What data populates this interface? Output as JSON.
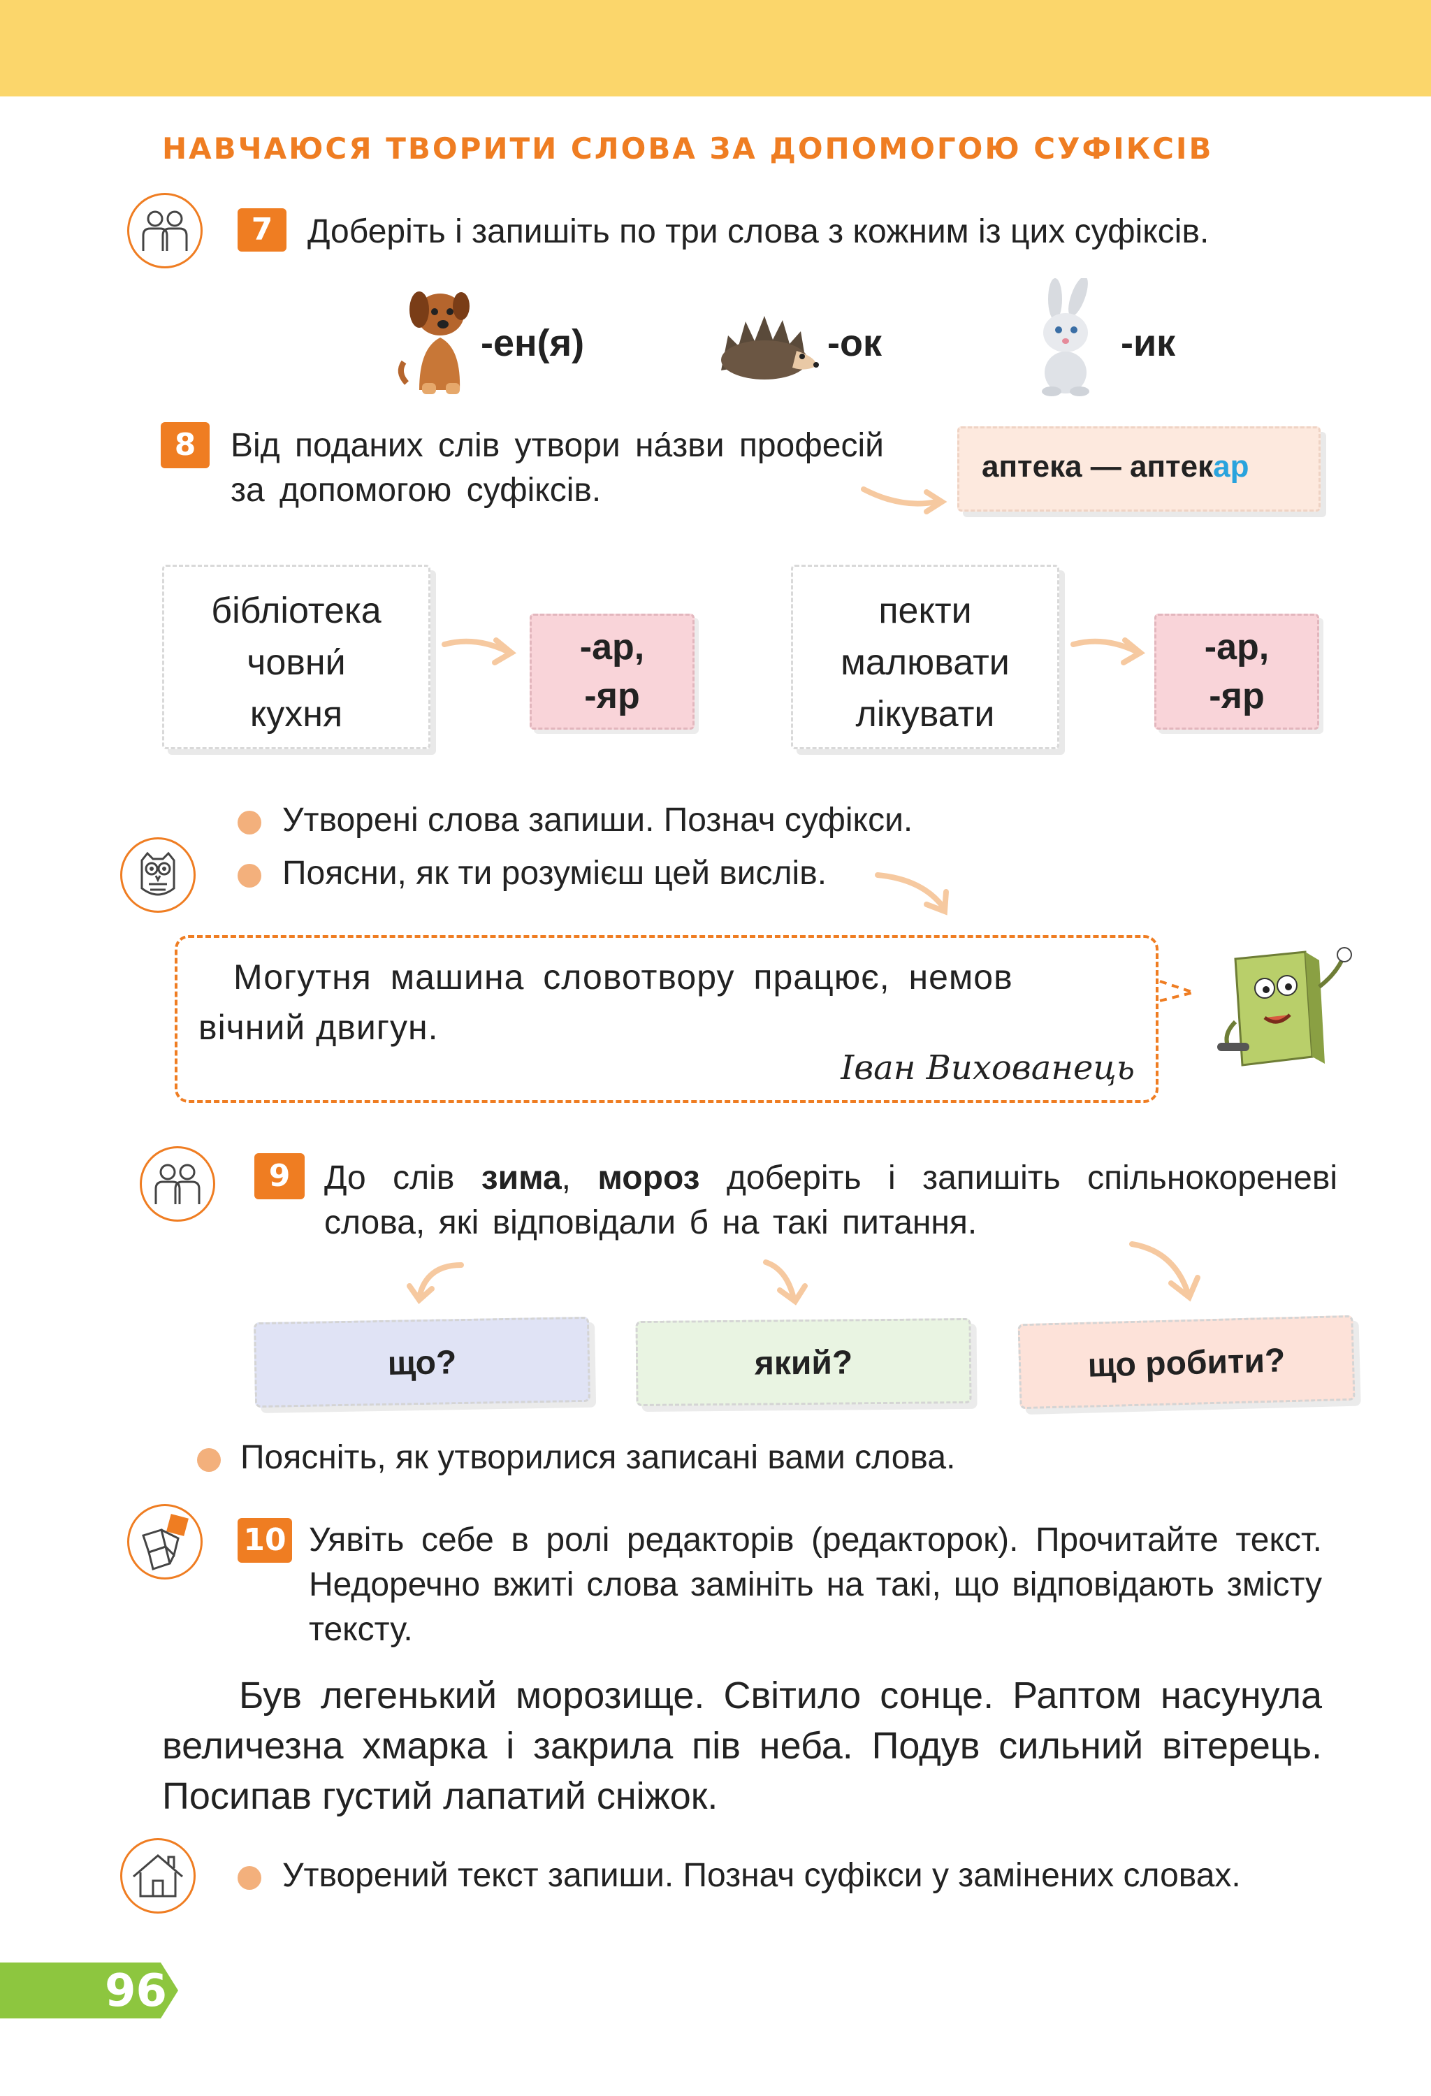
{
  "section_title": "НАВЧАЮСЯ ТВОРИТИ СЛОВА ЗА ДОПОМОГОЮ СУФІКСІВ",
  "task7": {
    "number": "7",
    "text": "Доберіть і запишіть по три слова з кожним із цих суфіксів.",
    "suffixes": [
      "-ен(я)",
      "-ок",
      "-ик"
    ]
  },
  "task8": {
    "number": "8",
    "text": "Від поданих слів утвори на́зви професій за допомогою суфіксів.",
    "example_base": "аптека — аптек",
    "example_suffix": "ар",
    "group1_words": [
      "бібліотека",
      "човни́",
      "кухня"
    ],
    "group1_suffixes": [
      "-ар,",
      "-яр"
    ],
    "group2_words": [
      "пекти",
      "малювати",
      "лікувати"
    ],
    "group2_suffixes": [
      "-ар,",
      "-яр"
    ],
    "bullets": [
      "Утворені слова запиши. Познач суфікси.",
      "Поясни, як ти розумієш цей вислів."
    ]
  },
  "quote": {
    "line1": "Могутня машина словотвору працює, немов",
    "line2": "вічний двигун.",
    "author": "Іван Вихованець"
  },
  "task9": {
    "number": "9",
    "text_prefix": "До слів ",
    "word1": "зима",
    "separator": ", ",
    "word2": "мороз",
    "text_suffix": " доберіть і запишіть спільнокореневі слова, які відповідали б на такі питання.",
    "questions": [
      "що?",
      "який?",
      "що робити?"
    ],
    "bullet": "Поясніть, як утворилися записані вами слова."
  },
  "task10": {
    "number": "10",
    "text": "Уявіть себе в ролі редакторів (редакторок). Прочитайте текст. Недоречно вжиті слова замініть на такі, що відповідають змісту тексту.",
    "passage": "Був легенький морозище. Світило сонце. Раптом насунула величезна хмарка і закрила пів неба. Подув сильний вітерець. Посипав густий лапатий сніжок.",
    "bullet": "Утворений текст запиши. Познач суфікси у замінених словах."
  },
  "page_number": "96",
  "colors": {
    "top_bar": "#fbd66b",
    "accent_orange": "#ef7d22",
    "suffix_pink": "#f9d4d9",
    "question_blue": "#e0e3f5",
    "question_green": "#e9f4e2",
    "question_peach": "#fde2d9",
    "page_green": "#8dc63f",
    "example_blue": "#29a3dd"
  },
  "icons": [
    "pair-work-icon",
    "owl-icon",
    "puzzle-icon",
    "home-icon",
    "dog-icon",
    "hedgehog-icon",
    "rabbit-icon",
    "book-mascot-icon"
  ]
}
